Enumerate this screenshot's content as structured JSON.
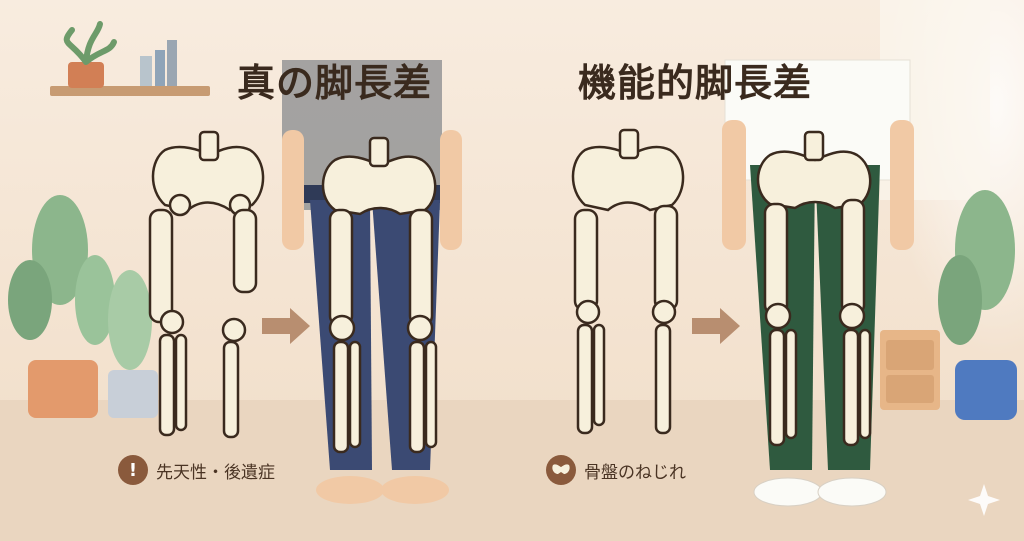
{
  "titles": {
    "left": "真の脚長差",
    "right": "機能的脚長差"
  },
  "causes": {
    "left": {
      "text": "先天性・後遺症",
      "icon": "exclamation-icon",
      "icon_glyph": "!"
    },
    "right": {
      "text": "骨盤のねじれ",
      "icon": "pelvis-icon"
    }
  },
  "colors": {
    "background": "#f6e9da",
    "floor": "#ead6c0",
    "bone": "#f7f0dc",
    "bone_outline": "#3a2a1e",
    "jeans": "#3b4a73",
    "green_pants": "#2f5a3f",
    "gray_shirt": "#9a9a9a",
    "white_shirt": "#fbfbf7",
    "skin": "#f1c9a5",
    "arrow": "#b88e70",
    "badge": "#8a5a3c"
  }
}
